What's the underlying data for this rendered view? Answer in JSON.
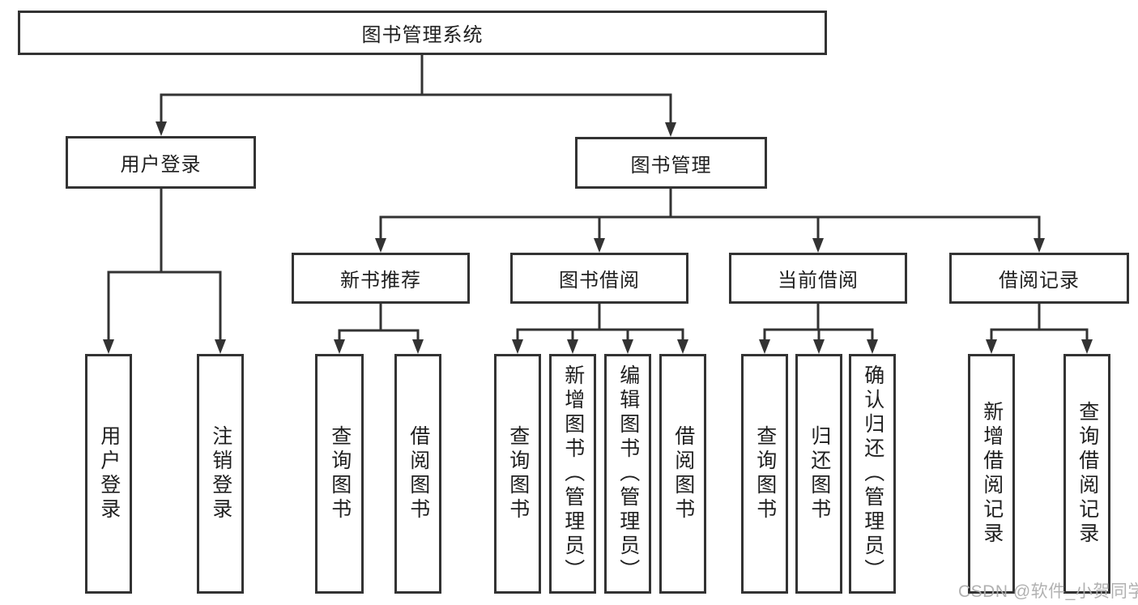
{
  "diagram": {
    "title": "图书管理系统",
    "watermark": "CSDN @软件_小贺同学",
    "colors": {
      "line": "#333333",
      "border": "#333333",
      "text": "#1f1f1f",
      "watermark_text": "#adadad",
      "background": "#ffffff"
    },
    "tree": {
      "label": "图书管理系统",
      "children": [
        {
          "label": "用户登录",
          "children": [
            {
              "label": "用户登录"
            },
            {
              "label": "注销登录"
            }
          ]
        },
        {
          "label": "图书管理",
          "children": [
            {
              "label": "新书推荐",
              "children": [
                {
                  "label": "查询图书"
                },
                {
                  "label": "借阅图书"
                }
              ]
            },
            {
              "label": "图书借阅",
              "children": [
                {
                  "label": "查询图书"
                },
                {
                  "label": "新增图书（管理员）"
                },
                {
                  "label": "编辑图书（管理员）"
                },
                {
                  "label": "借阅图书"
                }
              ]
            },
            {
              "label": "当前借阅",
              "children": [
                {
                  "label": "查询图书"
                },
                {
                  "label": "归还图书"
                },
                {
                  "label": "确认归还（管理员）"
                }
              ]
            },
            {
              "label": "借阅记录",
              "children": [
                {
                  "label": "新增借阅记录"
                },
                {
                  "label": "查询借阅记录"
                }
              ]
            }
          ]
        }
      ]
    }
  }
}
